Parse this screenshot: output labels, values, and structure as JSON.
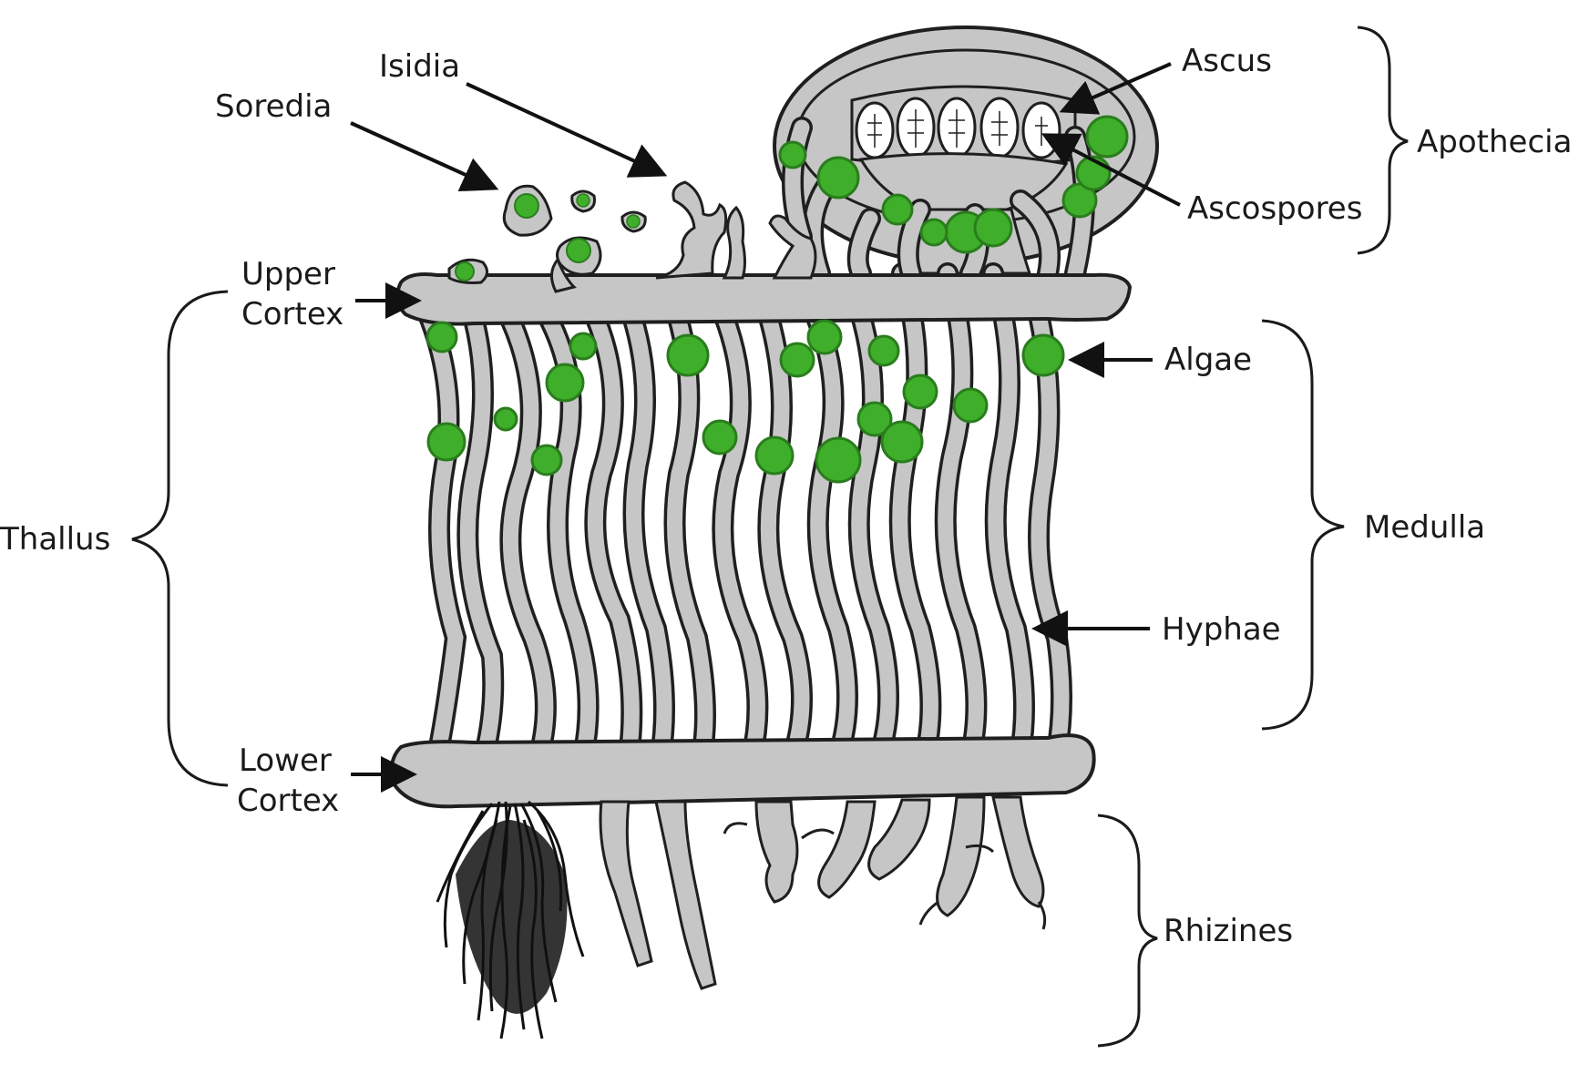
{
  "labels": {
    "isidia": "Isidia",
    "soredia": "Soredia",
    "upper_cortex_1": "Upper",
    "upper_cortex_2": "Cortex",
    "thallus": "Thallus",
    "lower_cortex_1": "Lower",
    "lower_cortex_2": "Cortex",
    "ascus": "Ascus",
    "apothecia": "Apothecia",
    "ascospores": "Ascospores",
    "algae": "Algae",
    "medulla": "Medulla",
    "hyphae": "Hyphae",
    "rhizines": "Rhizines"
  },
  "colors": {
    "tissue": "#c6c6c6",
    "outline": "#1f1f1f",
    "algae": "#3fae2a",
    "algae_dark": "#2a7d1d",
    "rhizine_dark": "#111111",
    "background": "#ffffff"
  }
}
